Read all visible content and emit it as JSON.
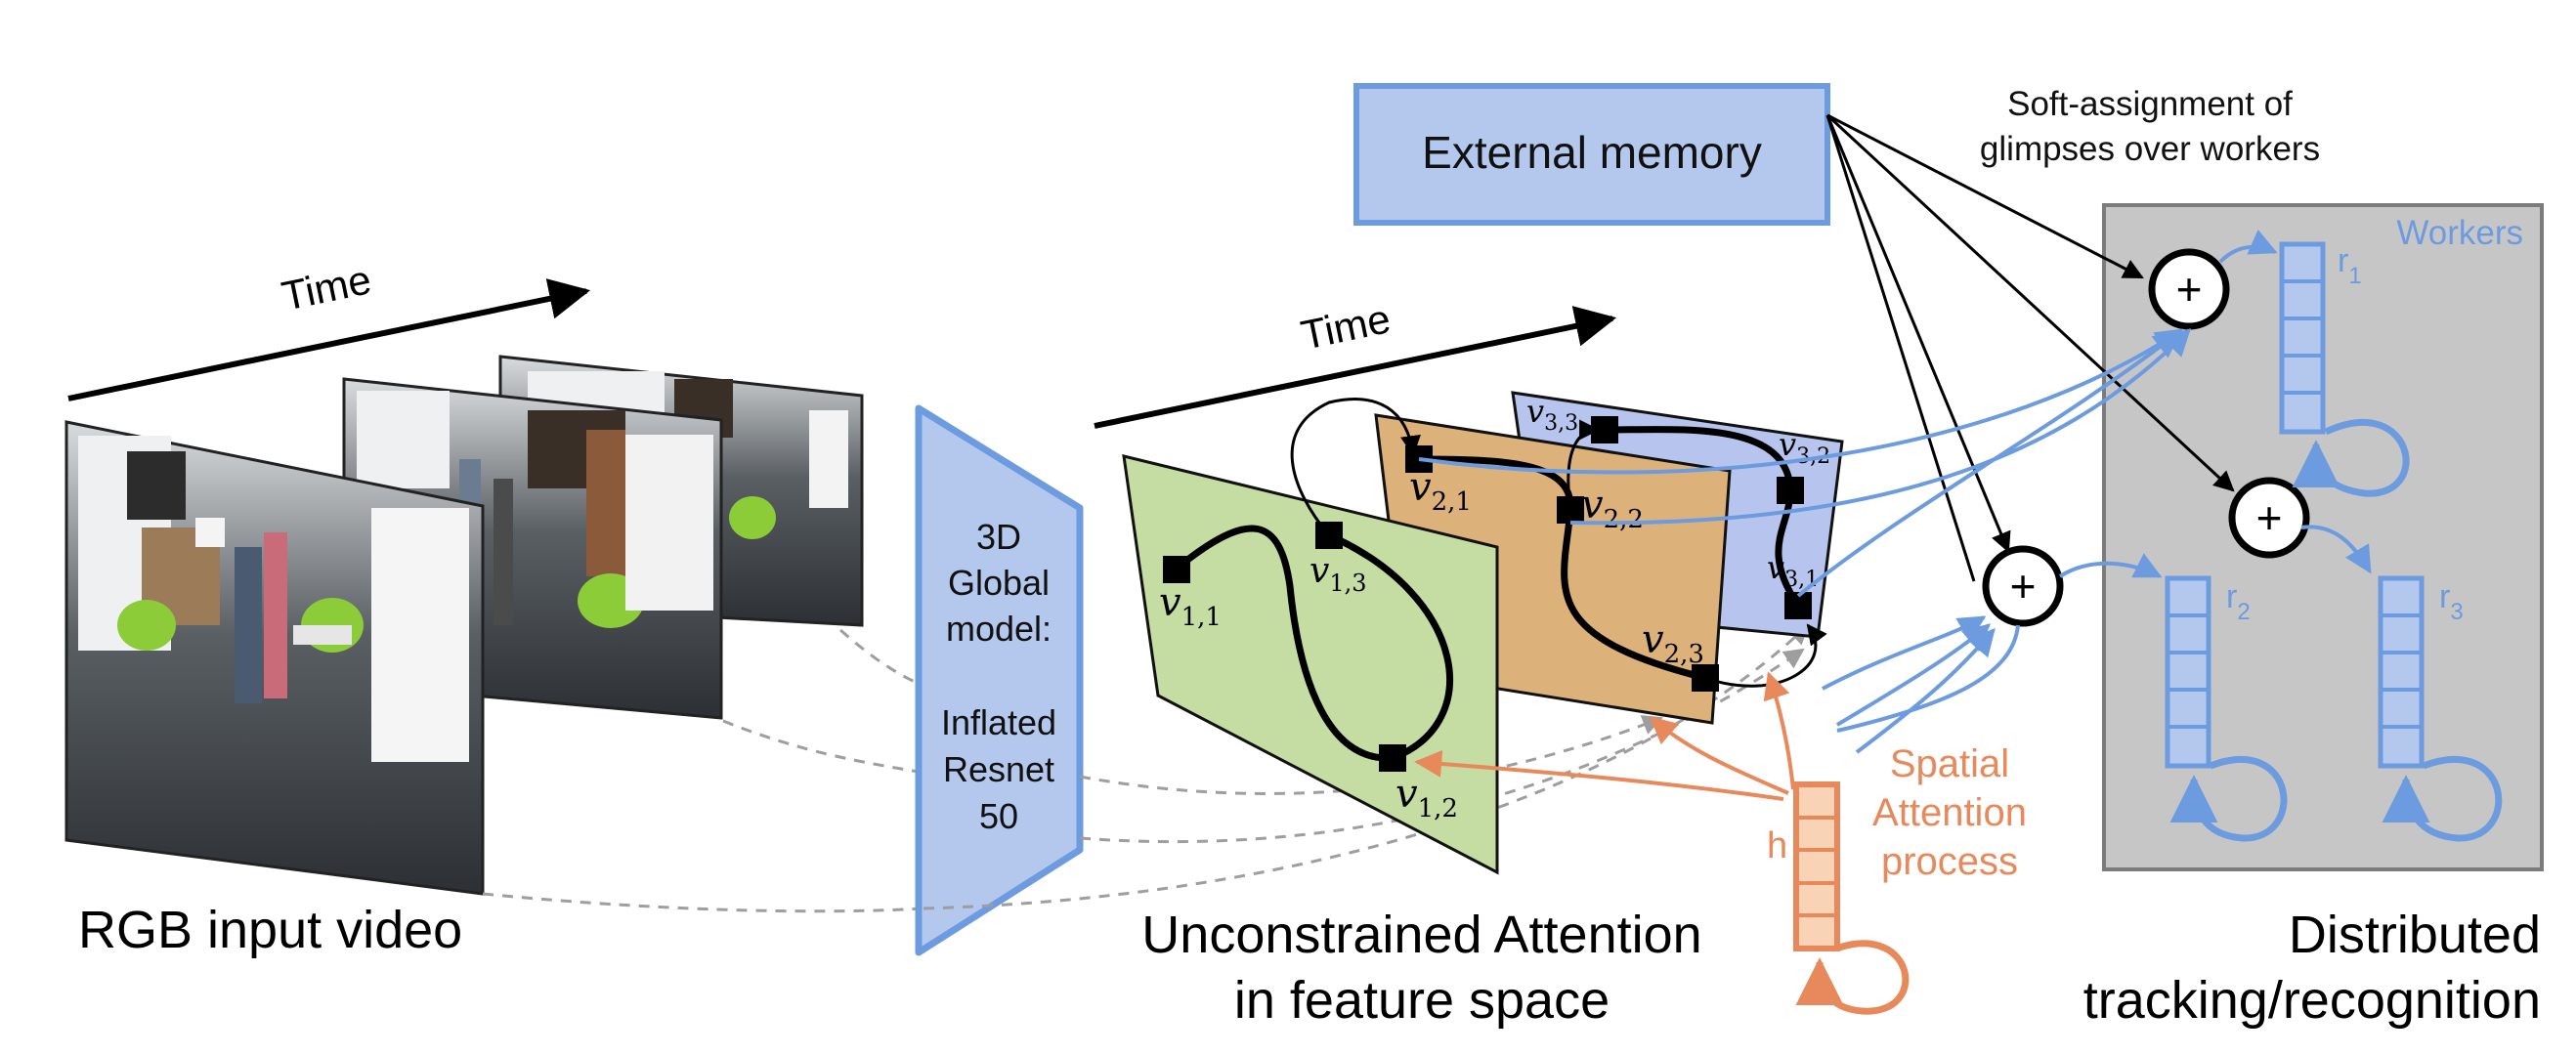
{
  "labels": {
    "time_left": "Time",
    "time_mid": "Time",
    "rgb_input": "RGB input video",
    "global_model_lines": [
      "3D",
      "Global",
      "model:",
      "",
      "Inflated",
      "Resnet",
      "50"
    ],
    "unconstrained_1": "Unconstrained Attention",
    "unconstrained_2": "in feature space",
    "external_memory": "External memory",
    "soft_assign_1": "Soft-assignment of",
    "soft_assign_2": "glimpses over workers",
    "workers": "Workers",
    "spatial_1": "Spatial",
    "spatial_2": "Attention",
    "spatial_3": "process",
    "h": "h",
    "distributed_1": "Distributed",
    "distributed_2": "tracking/recognition"
  },
  "glimpses": {
    "v11": {
      "base": "v",
      "sub": "1,1"
    },
    "v12": {
      "base": "v",
      "sub": "1,2"
    },
    "v13": {
      "base": "v",
      "sub": "1,3"
    },
    "v21": {
      "base": "v",
      "sub": "2,1"
    },
    "v22": {
      "base": "v",
      "sub": "2,2"
    },
    "v23": {
      "base": "v",
      "sub": "2,3"
    },
    "v31": {
      "base": "v",
      "sub": "3,1"
    },
    "v32": {
      "base": "v",
      "sub": "3,2"
    },
    "v33": {
      "base": "v",
      "sub": "3,3"
    }
  },
  "workers_list": [
    {
      "base": "r",
      "sub": "1"
    },
    {
      "base": "r",
      "sub": "2"
    },
    {
      "base": "r",
      "sub": "3"
    }
  ],
  "plus_symbol": "+",
  "colors": {
    "blue_fill": "#b4c8ee",
    "blue_stroke": "#6c9be0",
    "green_plane": "#c5dca3",
    "orange_plane": "#ddb27a",
    "blue_plane": "#b7c5ee",
    "orange_accent": "#e8895b",
    "orange_fill": "#f8d3b6",
    "workers_bg": "#c6c6c6",
    "gray_dash": "#9e9e9e"
  }
}
